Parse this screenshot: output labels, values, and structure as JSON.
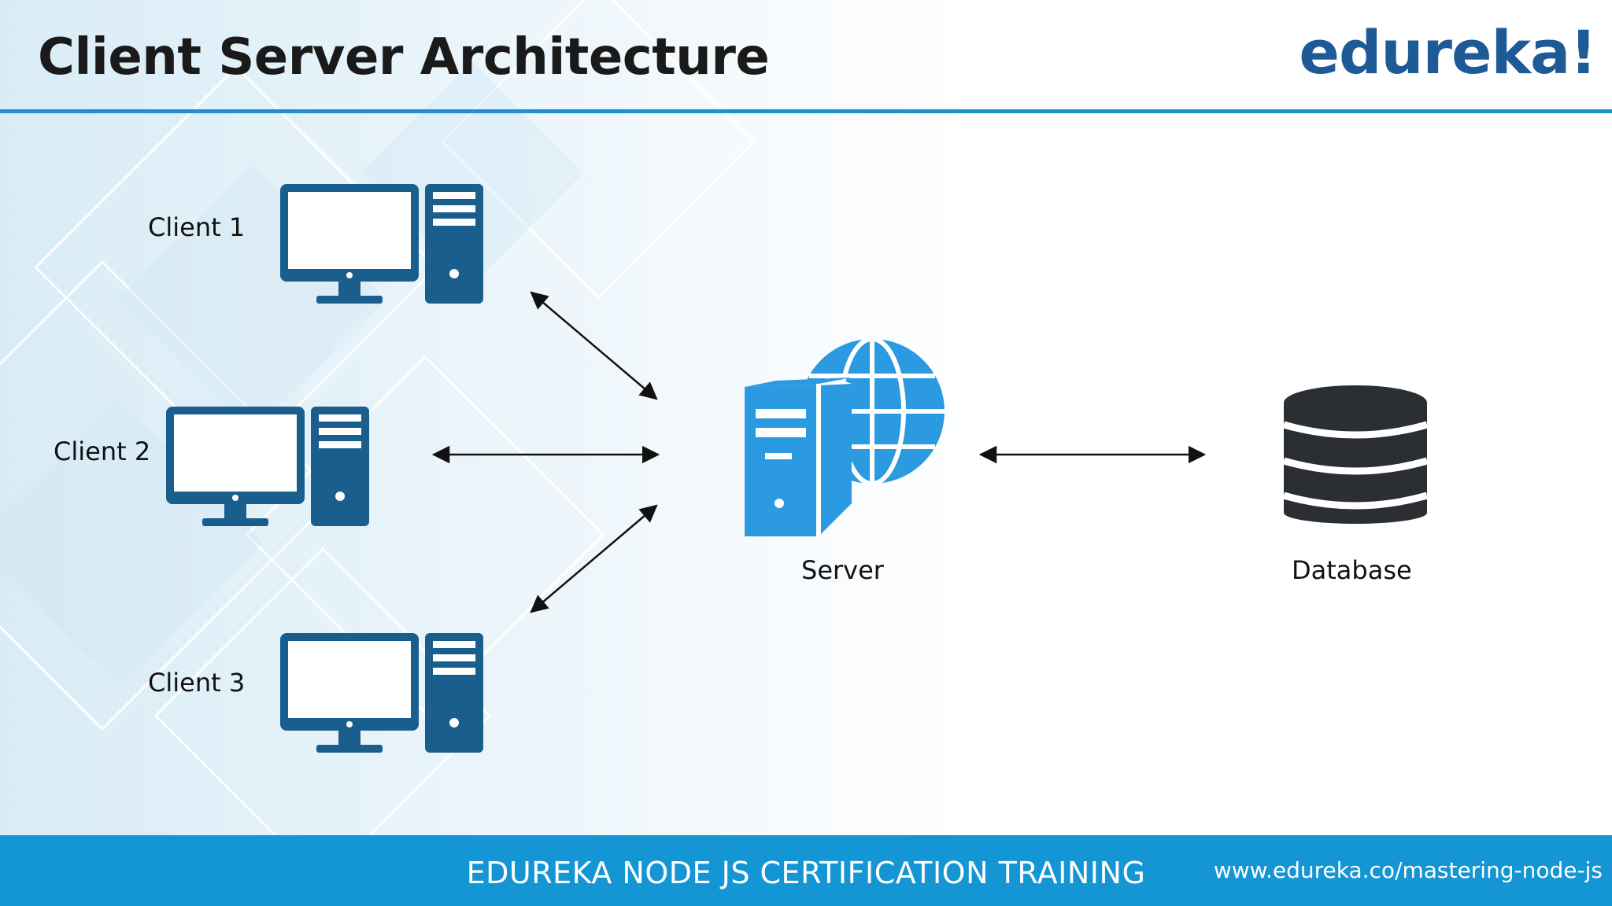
{
  "slide": {
    "title": "Client Server Architecture",
    "logo": "edureka!"
  },
  "diagram": {
    "nodes": {
      "client1": "Client 1",
      "client2": "Client 2",
      "client3": "Client 3",
      "server": "Server",
      "database": "Database"
    },
    "edges": [
      {
        "from": "client1",
        "to": "server",
        "type": "bidirectional"
      },
      {
        "from": "client2",
        "to": "server",
        "type": "bidirectional"
      },
      {
        "from": "client3",
        "to": "server",
        "type": "bidirectional"
      },
      {
        "from": "server",
        "to": "database",
        "type": "bidirectional"
      }
    ],
    "icons": {
      "client": "desktop-computer-icon",
      "server": "web-server-globe-icon",
      "database": "database-icon"
    }
  },
  "footer": {
    "title": "EDUREKA NODE JS CERTIFICATION TRAINING",
    "url": "www.edureka.co/mastering-node-js"
  },
  "colors": {
    "header_rule": "#1e8fd0",
    "logo": "#1e5a96",
    "client_icon": "#1a5e8e",
    "server_icon": "#2b9ae0",
    "database_icon": "#2b2f33",
    "footer_bg": "#1495d4"
  }
}
